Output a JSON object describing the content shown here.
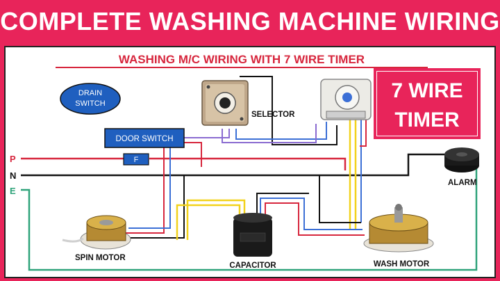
{
  "banner": {
    "title": "COMPLETE WASHING MACHINE WIRING"
  },
  "diagram": {
    "subtitle": "WASHING M/C WIRING WITH 7 WIRE TIMER",
    "callout": {
      "line1": "7 WIRE",
      "line2": "TIMER"
    },
    "labels": {
      "drain_switch_line1": "DRAIN",
      "drain_switch_line2": "SWITCH",
      "door_switch": "DOOR SWITCH",
      "fuse": "F",
      "selector": "SELECTOR",
      "alarm": "ALARM",
      "spin_motor": "SPIN MOTOR",
      "capacitor": "CAPACITOR",
      "wash_motor": "WASH MOTOR",
      "line_p": "P",
      "line_n": "N",
      "line_e": "E"
    },
    "colors": {
      "banner": "#e8245a",
      "phase": "#d7263d",
      "neutral": "#111111",
      "earth": "#2fa37a",
      "blue_box": "#1f5fbf",
      "yellow_wire": "#f2d21b",
      "blue_wire": "#3b6fd6",
      "purple_wire": "#8a6bd1"
    }
  }
}
